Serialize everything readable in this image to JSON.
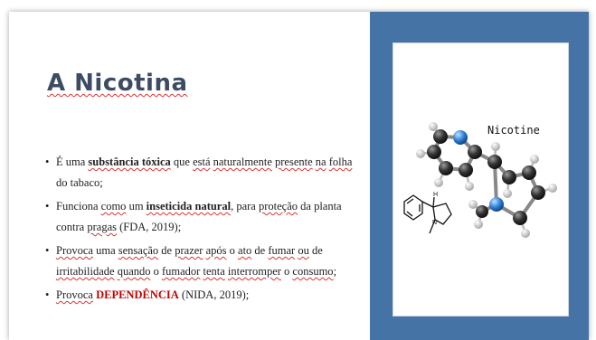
{
  "slide": {
    "title": "A Nicotina",
    "bullets": [
      {
        "segments": [
          {
            "text": "É uma ",
            "style": ""
          },
          {
            "text": "substância tóxica",
            "style": "bold-sq"
          },
          {
            "text": " que ",
            "style": ""
          },
          {
            "text": "está",
            "style": "sq"
          },
          {
            "text": " ",
            "style": ""
          },
          {
            "text": "naturalmente",
            "style": "sq"
          },
          {
            "text": " ",
            "style": ""
          },
          {
            "text": "presente",
            "style": "sq"
          },
          {
            "text": " ",
            "style": ""
          },
          {
            "text": "na",
            "style": "sq"
          },
          {
            "text": " ",
            "style": ""
          },
          {
            "text": "folha",
            "style": "sq"
          },
          {
            "text": " do tabaco;",
            "style": ""
          }
        ]
      },
      {
        "segments": [
          {
            "text": "Funciona ",
            "style": ""
          },
          {
            "text": "como",
            "style": "sq"
          },
          {
            "text": " um ",
            "style": ""
          },
          {
            "text": "inseticida natural",
            "style": "bold-sq"
          },
          {
            "text": ", para ",
            "style": ""
          },
          {
            "text": "proteção",
            "style": "sq"
          },
          {
            "text": " da planta contra ",
            "style": ""
          },
          {
            "text": "pragas",
            "style": "sq"
          },
          {
            "text": " (FDA, 2019);",
            "style": ""
          }
        ]
      },
      {
        "segments": [
          {
            "text": "Provoca",
            "style": "sq"
          },
          {
            "text": " uma ",
            "style": ""
          },
          {
            "text": "sensação",
            "style": "sq"
          },
          {
            "text": " de ",
            "style": ""
          },
          {
            "text": "prazer",
            "style": "sq"
          },
          {
            "text": " ",
            "style": ""
          },
          {
            "text": "após",
            "style": "sq"
          },
          {
            "text": " o ",
            "style": ""
          },
          {
            "text": "ato",
            "style": "sq"
          },
          {
            "text": " de ",
            "style": ""
          },
          {
            "text": "fumar",
            "style": "sq"
          },
          {
            "text": " ",
            "style": ""
          },
          {
            "text": "ou",
            "style": "sq"
          },
          {
            "text": " de ",
            "style": ""
          },
          {
            "text": "irritabilidade",
            "style": "sq"
          },
          {
            "text": " ",
            "style": ""
          },
          {
            "text": "quando",
            "style": "sq"
          },
          {
            "text": " o ",
            "style": ""
          },
          {
            "text": "fumador",
            "style": "sq"
          },
          {
            "text": " ",
            "style": ""
          },
          {
            "text": "tenta",
            "style": "sq"
          },
          {
            "text": " ",
            "style": ""
          },
          {
            "text": "interromper",
            "style": "sq"
          },
          {
            "text": " o ",
            "style": ""
          },
          {
            "text": "consumo",
            "style": "sq"
          },
          {
            "text": ";",
            "style": ""
          }
        ]
      },
      {
        "segments": [
          {
            "text": "Provoca",
            "style": "sq"
          },
          {
            "text": " ",
            "style": ""
          },
          {
            "text": "DEPENDÊNCIA",
            "style": "red"
          },
          {
            "text": " (NIDA, 2019);",
            "style": ""
          }
        ]
      }
    ]
  },
  "molecule_image": {
    "label": "Nicotine",
    "atom_labels": {
      "h": "H",
      "n": "N"
    }
  },
  "colors": {
    "panel": "#4573a5",
    "title": "#3d4b63",
    "emphasis_red": "#c00000",
    "spellcheck_underline": "#dd3333"
  }
}
